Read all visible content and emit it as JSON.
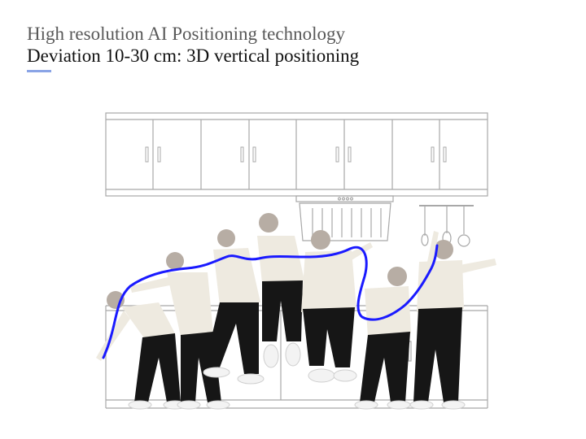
{
  "slide": {
    "title": "High resolution AI Positioning technology",
    "subtitle": "Deviation 10-30 cm: 3D vertical positioning"
  },
  "illustration": {
    "subject": "sequence of a person in a kitchen",
    "path_color": "#1a1aff",
    "accent_color": "#8aa4e6",
    "line_color": "#a0a0a0"
  }
}
